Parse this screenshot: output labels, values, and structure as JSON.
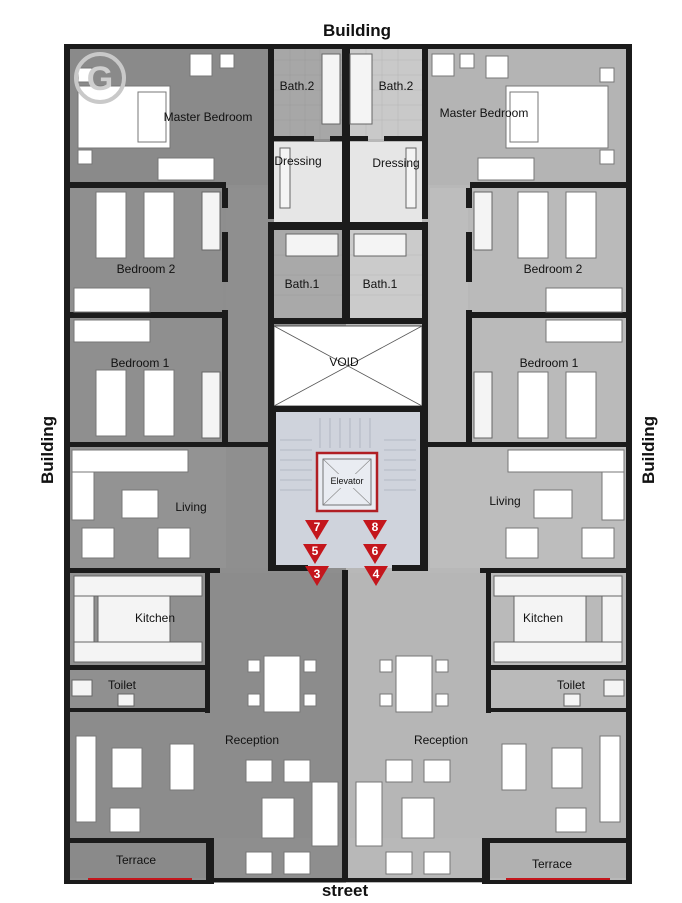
{
  "edges": {
    "top": "Building",
    "left": "Building",
    "right": "Building",
    "bottom": "street"
  },
  "watermark": "G",
  "rooms": {
    "left_master_bedroom": "Master Bedroom",
    "right_master_bedroom": "Master Bedroom",
    "left_bath2": "Bath.2",
    "right_bath2": "Bath.2",
    "left_dressing": "Dressing",
    "right_dressing": "Dressing",
    "left_bedroom2": "Bedroom 2",
    "right_bedroom2": "Bedroom 2",
    "left_bath1": "Bath.1",
    "right_bath1": "Bath.1",
    "void": "VOID",
    "left_bedroom1": "Bedroom 1",
    "right_bedroom1": "Bedroom 1",
    "elevator": "Elevator",
    "left_living": "Living",
    "right_living": "Living",
    "left_kitchen": "Kitchen",
    "right_kitchen": "Kitchen",
    "left_toilet": "Toilet",
    "right_toilet": "Toilet",
    "left_reception": "Reception",
    "right_reception": "Reception",
    "left_terrace": "Terrace",
    "right_terrace": "Terrace"
  },
  "markers": {
    "left": [
      "7",
      "5",
      "3"
    ],
    "right": [
      "8",
      "6",
      "4"
    ]
  },
  "colors": {
    "left_unit": "#8e8e8e",
    "right_unit": "#b8b8b8",
    "wall": "#1b1b1b",
    "stair_core": "#cfd3dc",
    "marker": "#c4161c",
    "elevator_outline": "#b01e23"
  }
}
